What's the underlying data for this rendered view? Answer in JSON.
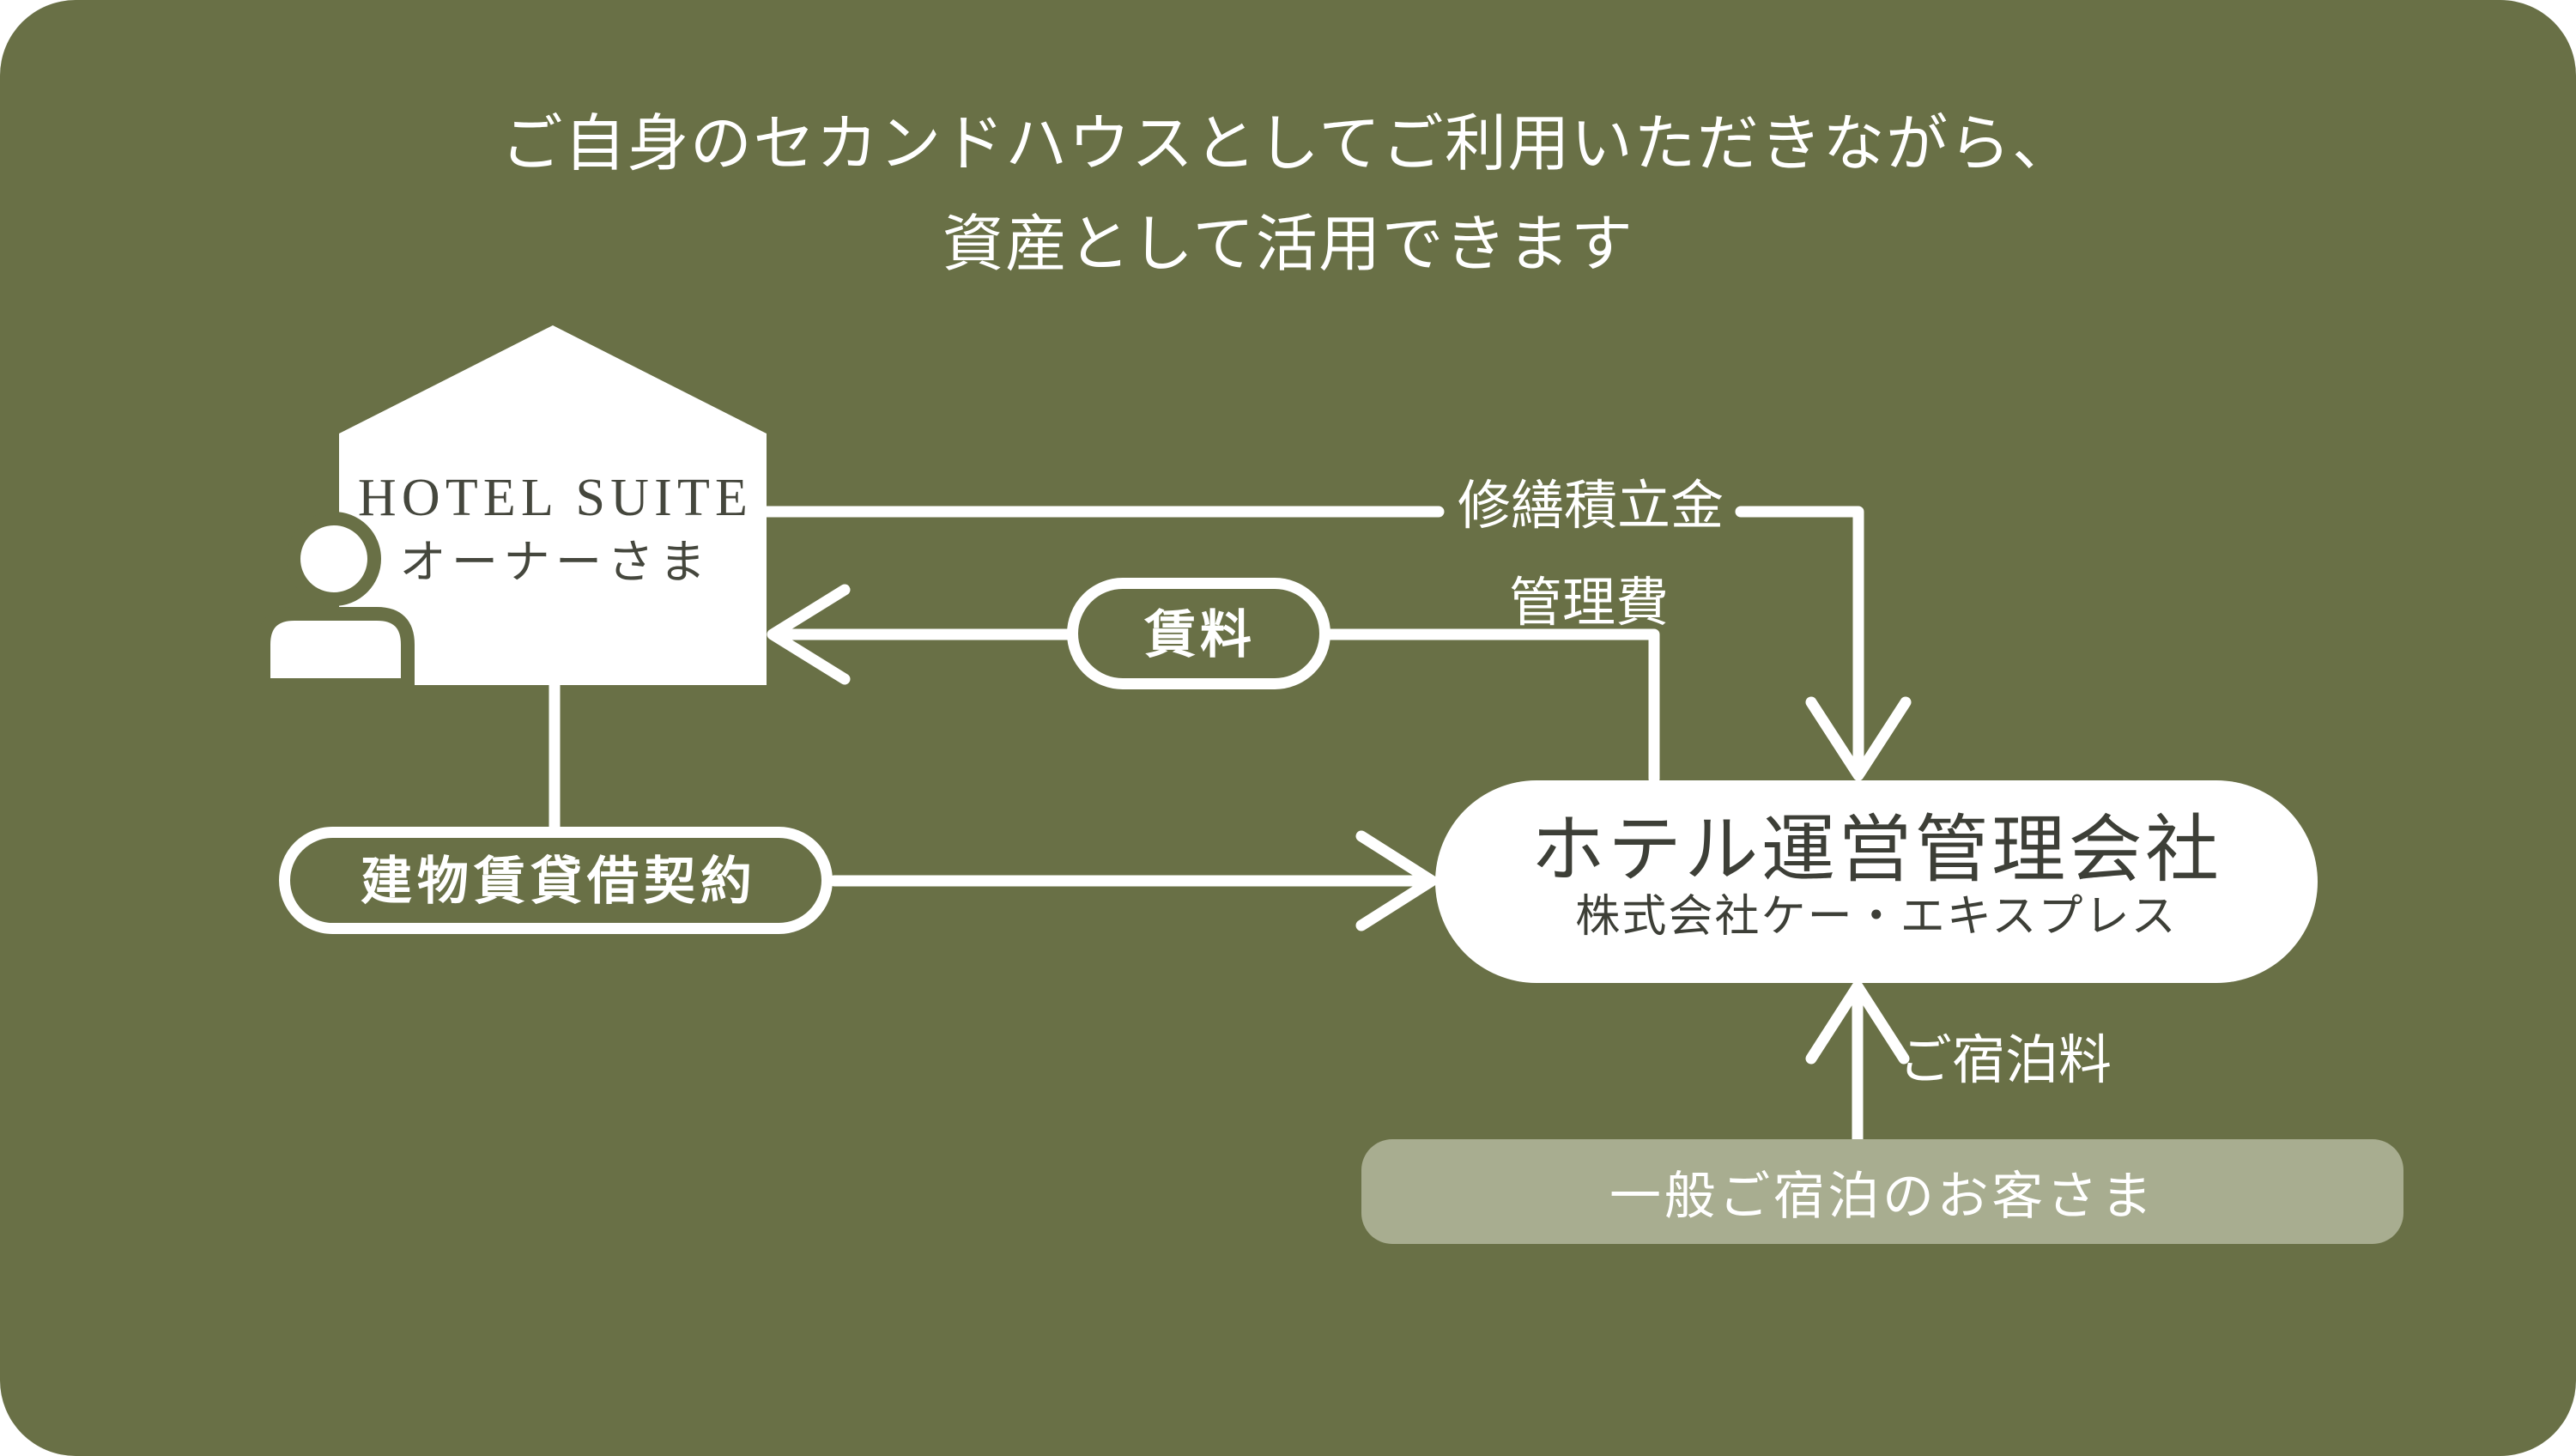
{
  "colors": {
    "page_bg": "#ffffff",
    "card_bg": "#697046",
    "white": "#ffffff",
    "dark_text": "#3D3F37",
    "house_text": "#45473D",
    "guest_box_bg": "#A8AD90"
  },
  "title": {
    "line1": "ご自身のセカンドハウスとしてご利用いただきながら、",
    "line2": "資産として活用できます"
  },
  "owner_house": {
    "brand": "HOTEL SUITE",
    "label": "オーナーさま"
  },
  "flows": {
    "reserve_line1": "修繕積立金",
    "reserve_line2": "管理費",
    "rent_label": "賃料",
    "lease_label": "建物賃貸借契約",
    "stay_fee_label": "ご宿泊料"
  },
  "company": {
    "role": "ホテル運営管理会社",
    "name": "株式会社ケー・エキスプレス"
  },
  "guests": {
    "label": "一般ご宿泊のお客さま"
  }
}
